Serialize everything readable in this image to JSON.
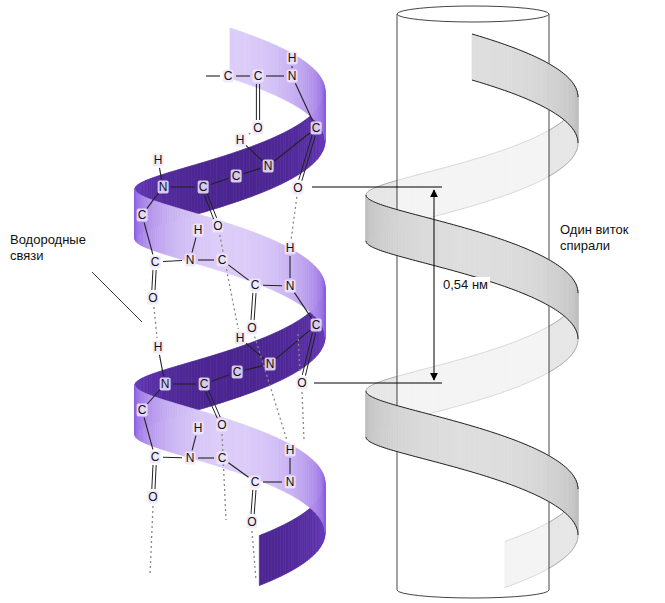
{
  "diagram": {
    "labels": [
      "Водородные связи",
      "Один виток спирали",
      "0,54 нм",
      "C",
      "C",
      "N",
      "H",
      "O",
      "C",
      "O",
      "H",
      "N",
      "C",
      "C",
      "N",
      "H",
      "O",
      "C",
      "C",
      "O",
      "H",
      "N",
      "C",
      "C",
      "N",
      "H",
      "O",
      "C",
      "O",
      "H",
      "N",
      "C",
      "C",
      "N",
      "H",
      "O",
      "C",
      "C",
      "O",
      "H",
      "N",
      "C",
      "C",
      "N",
      "H",
      "O"
    ]
  }
}
